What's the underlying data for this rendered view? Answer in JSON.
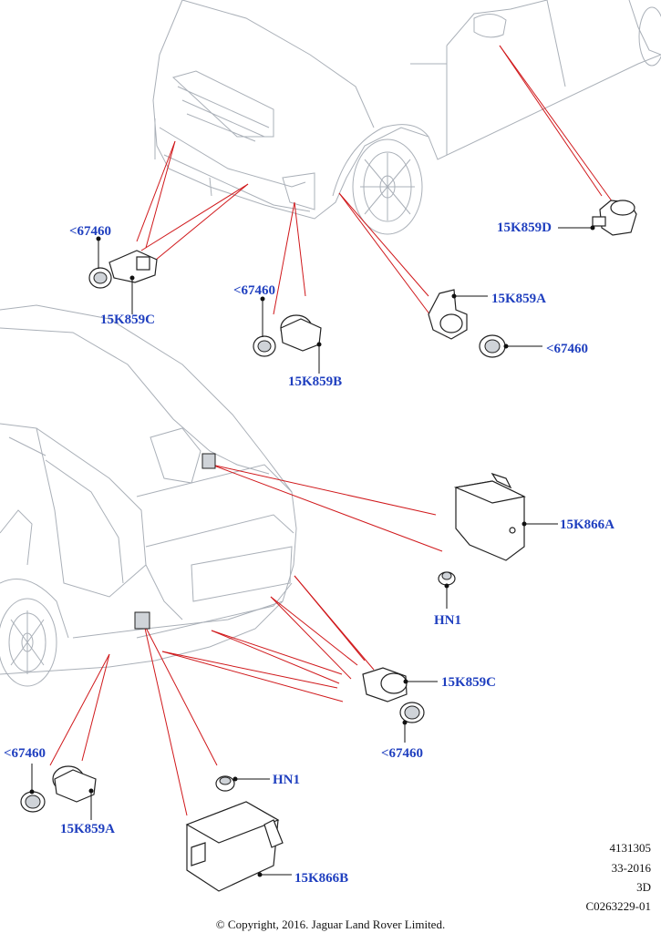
{
  "callouts": {
    "front_67460_left": "<67460",
    "front_15k859c": "15K859C",
    "front_67460_mid": "<67460",
    "front_15k859b": "15K859B",
    "front_15k859a": "15K859A",
    "front_67460_right": "<67460",
    "front_15k859d": "15K859D",
    "rear_15k866a": "15K866A",
    "rear_hn1_upper": "HN1",
    "rear_15k859c": "15K859C",
    "rear_67460_right": "<67460",
    "rear_67460_left": "<67460",
    "rear_15k859a": "15K859A",
    "rear_hn1_lower": "HN1",
    "rear_15k866b": "15K866B"
  },
  "meta": {
    "line1": "4131305",
    "line2": "33-2016",
    "line3": "3D",
    "line4": "C0263229-01"
  },
  "copyright": "© Copyright, 2016. Jaguar Land Rover Limited.",
  "colors": {
    "callout": "#1f3fbf",
    "leader": "#d0181b",
    "part": "#222222",
    "vehicle": "#aab0b8"
  }
}
